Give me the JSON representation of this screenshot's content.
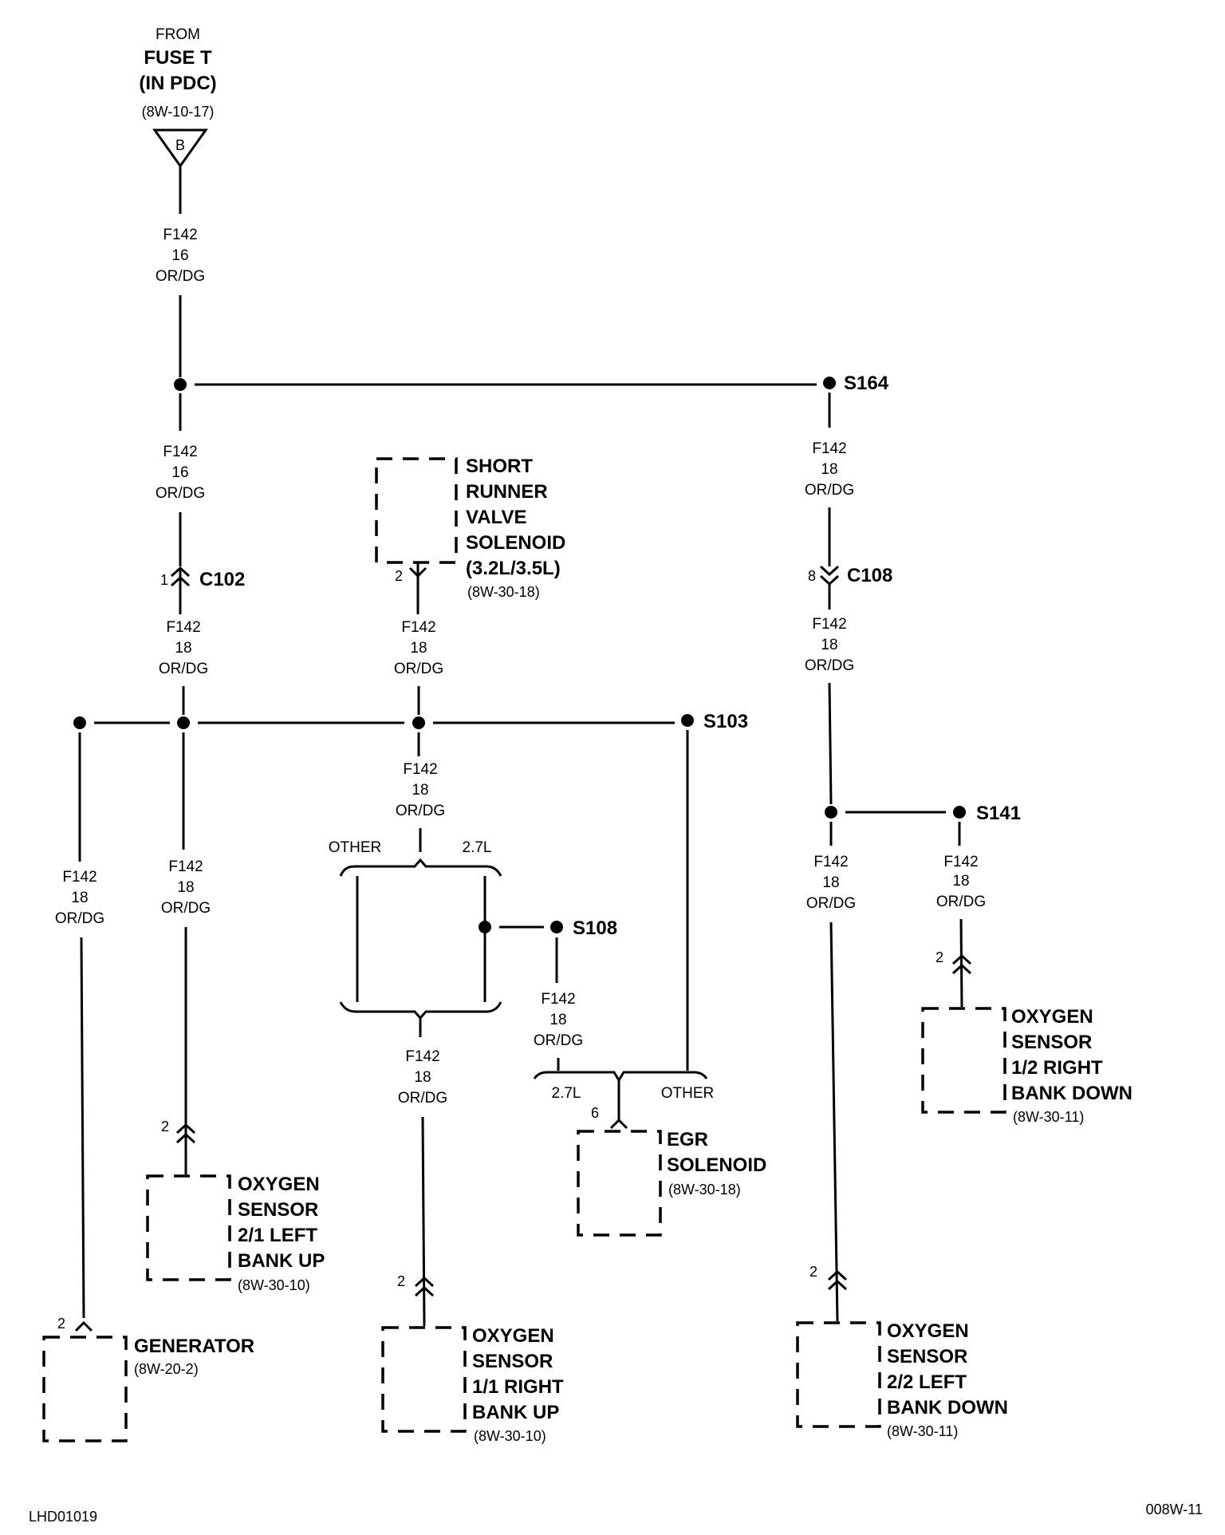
{
  "source": {
    "from": "FROM",
    "fuse": "FUSE T",
    "location": "(IN PDC)",
    "ref": "(8W-10-17)",
    "connector_letter": "B"
  },
  "wires": {
    "main_top": {
      "circuit": "F142",
      "gauge": "16",
      "color": "OR/DG"
    },
    "main_mid": {
      "circuit": "F142",
      "gauge": "16",
      "color": "OR/DG"
    },
    "after_c102": {
      "circuit": "F142",
      "gauge": "18",
      "color": "OR/DG"
    },
    "srv": {
      "circuit": "F142",
      "gauge": "18",
      "color": "OR/DG"
    },
    "s164_down": {
      "circuit": "F142",
      "gauge": "18",
      "color": "OR/DG"
    },
    "after_c108": {
      "circuit": "F142",
      "gauge": "18",
      "color": "OR/DG"
    },
    "mid_down": {
      "circuit": "F142",
      "gauge": "18",
      "color": "OR/DG"
    },
    "generator": {
      "circuit": "F142",
      "gauge": "18",
      "color": "OR/DG"
    },
    "o2_21": {
      "circuit": "F142",
      "gauge": "18",
      "color": "OR/DG"
    },
    "o2_11": {
      "circuit": "F142",
      "gauge": "18",
      "color": "OR/DG"
    },
    "s108_egr": {
      "circuit": "F142",
      "gauge": "18",
      "color": "OR/DG"
    },
    "o2_22": {
      "circuit": "F142",
      "gauge": "18",
      "color": "OR/DG"
    },
    "o2_12": {
      "circuit": "F142",
      "gauge": "18",
      "color": "OR/DG"
    }
  },
  "splices": {
    "s164": "S164",
    "s103": "S103",
    "s108": "S108",
    "s141": "S141"
  },
  "connectors": {
    "c102": {
      "name": "C102",
      "pin": "1"
    },
    "c108": {
      "name": "C108",
      "pin": "8"
    }
  },
  "options": {
    "upper_other": "OTHER",
    "upper_27": "2.7L",
    "egr_27": "2.7L",
    "egr_other": "OTHER"
  },
  "components": {
    "srv": {
      "lines": [
        "SHORT",
        "RUNNER",
        "VALVE",
        "SOLENOID",
        "(3.2L/3.5L)"
      ],
      "ref": "(8W-30-18)",
      "pin": "2"
    },
    "egr": {
      "lines": [
        "EGR",
        "SOLENOID"
      ],
      "ref": "(8W-30-18)",
      "pin": "6"
    },
    "o2_12": {
      "lines": [
        "OXYGEN",
        "SENSOR",
        "1/2 RIGHT",
        "BANK DOWN"
      ],
      "ref": "(8W-30-11)",
      "pin": "2"
    },
    "o2_21": {
      "lines": [
        "OXYGEN",
        "SENSOR",
        "2/1 LEFT",
        "BANK UP"
      ],
      "ref": "(8W-30-10)",
      "pin": "2"
    },
    "generator": {
      "lines": [
        "GENERATOR"
      ],
      "ref": "(8W-20-2)",
      "pin": "2"
    },
    "o2_11": {
      "lines": [
        "OXYGEN",
        "SENSOR",
        "1/1 RIGHT",
        "BANK UP"
      ],
      "ref": "(8W-30-10)",
      "pin": "2"
    },
    "o2_22": {
      "lines": [
        "OXYGEN",
        "SENSOR",
        "2/2 LEFT",
        "BANK DOWN"
      ],
      "ref": "(8W-30-11)",
      "pin": "2"
    }
  },
  "footer": {
    "left": "LHD01019",
    "right": "008W-11"
  }
}
